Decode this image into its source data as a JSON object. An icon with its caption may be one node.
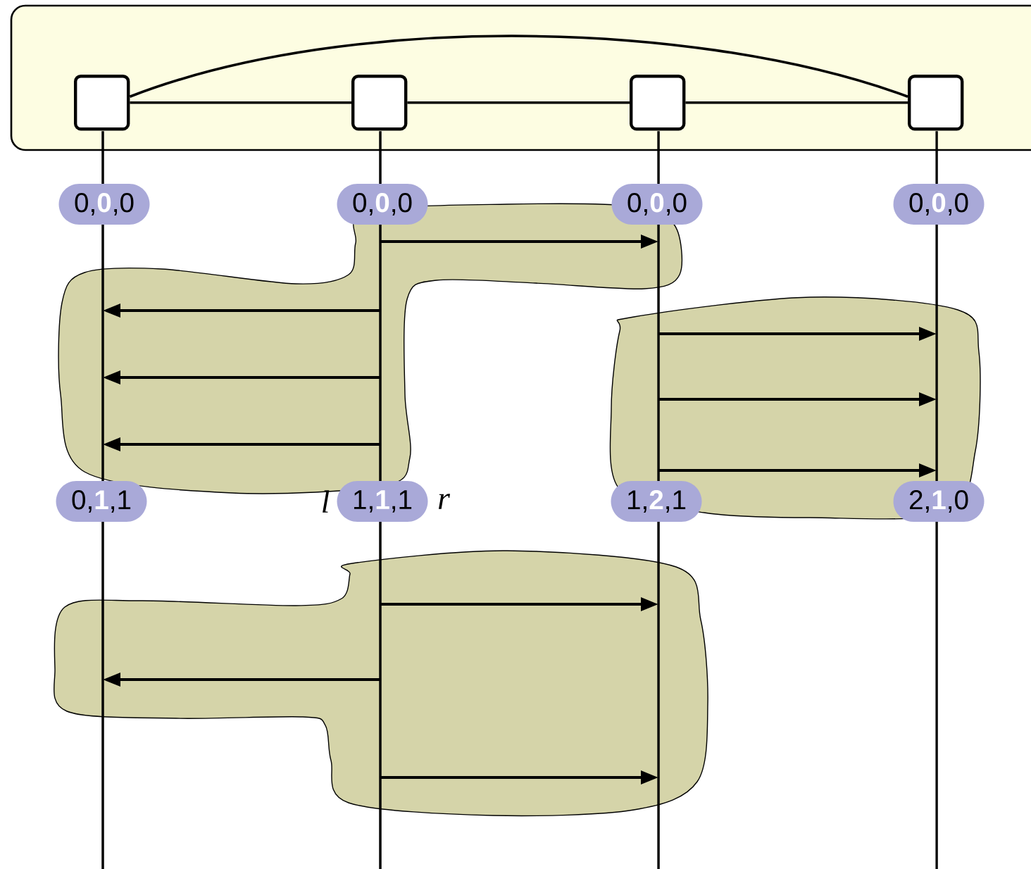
{
  "diagram": {
    "nodes": [
      {
        "text": [],
        "shape": "box"
      },
      {
        "text": [],
        "shape": "box",
        "in": 0
      },
      {
        "text": [],
        "shape": "box",
        "in": 0
      },
      {
        "text": [],
        "shape": "box",
        "in": 0
      },
      {
        "text": [],
        "shape": "box",
        "in": 0
      },
      {
        "text": [],
        "shape": "bar"
      },
      {
        "text": [],
        "shape": "bar"
      },
      {
        "text": [],
        "shape": "bar"
      },
      {
        "text": [],
        "shape": "bar"
      },
      {
        "text": [
          "0,**0**,0"
        ]
      },
      {
        "text": [
          "0,**0**,0"
        ]
      },
      {
        "text": [
          "0,**0**,0"
        ]
      },
      {
        "text": [
          "0,**0**,0"
        ]
      },
      {
        "text": [
          "0,**1**,1"
        ]
      },
      {
        "text": [
          "1,**1**,1"
        ]
      },
      {
        "text": [
          "1,**2**,1"
        ]
      },
      {
        "text": [
          "2,**1**,0"
        ]
      }
    ],
    "edges": [
      {
        "from": 1,
        "to": 2,
        "arrow": "none"
      },
      {
        "from": 2,
        "to": 3,
        "arrow": "none"
      },
      {
        "from": 3,
        "to": 4,
        "arrow": "none"
      },
      {
        "from": 1,
        "to": 4,
        "arrow": "none"
      },
      {
        "from": 6,
        "to": 7,
        "arrow": "to"
      },
      {
        "from": 6,
        "to": 5,
        "arrow": "to"
      },
      {
        "from": 6,
        "to": 5,
        "arrow": "to"
      },
      {
        "from": 6,
        "to": 5,
        "arrow": "to"
      },
      {
        "from": 7,
        "to": 8,
        "arrow": "to"
      },
      {
        "from": 7,
        "to": 8,
        "arrow": "to"
      },
      {
        "from": 7,
        "to": 8,
        "arrow": "to"
      },
      {
        "from": 6,
        "to": 7,
        "arrow": "to"
      },
      {
        "from": 6,
        "to": 5,
        "arrow": "to"
      },
      {
        "from": 6,
        "to": 7,
        "arrow": "to"
      }
    ],
    "labels": [
      "l",
      "r"
    ]
  }
}
